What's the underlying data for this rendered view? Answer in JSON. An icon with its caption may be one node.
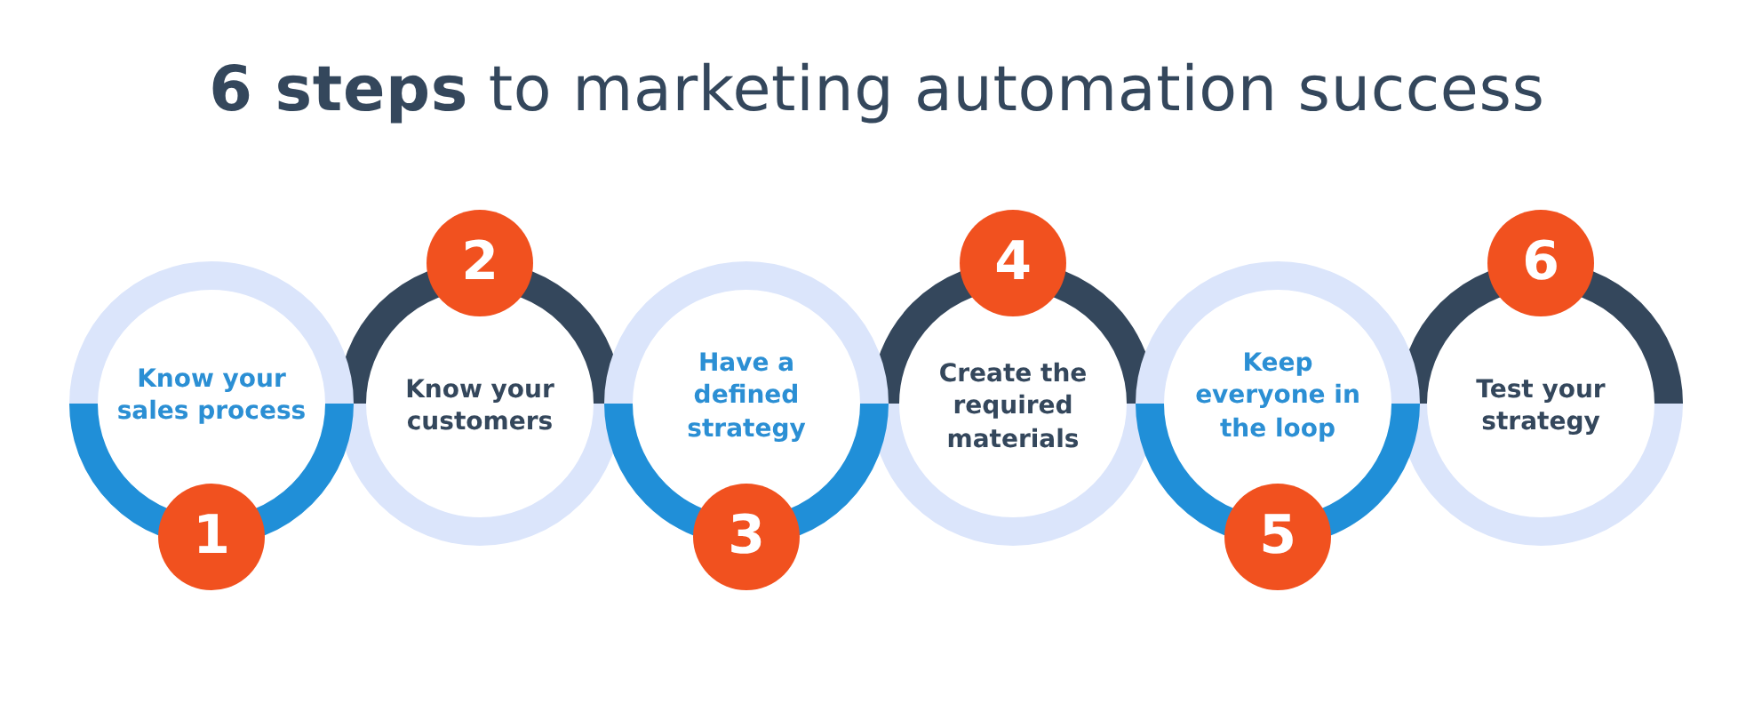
{
  "diagram": {
    "title": "**6 steps** to marketing automation success",
    "nodes": [
      {
        "text": [
          "Know your sales process"
        ]
      },
      {
        "text": [
          "1"
        ]
      },
      {
        "text": [
          "Know your customers"
        ]
      },
      {
        "text": [
          "2"
        ]
      },
      {
        "text": [
          "Have a defined strategy"
        ]
      },
      {
        "text": [
          "3"
        ]
      },
      {
        "text": [
          "Create the required materials"
        ]
      },
      {
        "text": [
          "4"
        ]
      },
      {
        "text": [
          "Keep everyone in the loop"
        ]
      },
      {
        "text": [
          "5"
        ]
      },
      {
        "text": [
          "Test your strategy"
        ]
      },
      {
        "text": [
          "6"
        ]
      }
    ]
  }
}
